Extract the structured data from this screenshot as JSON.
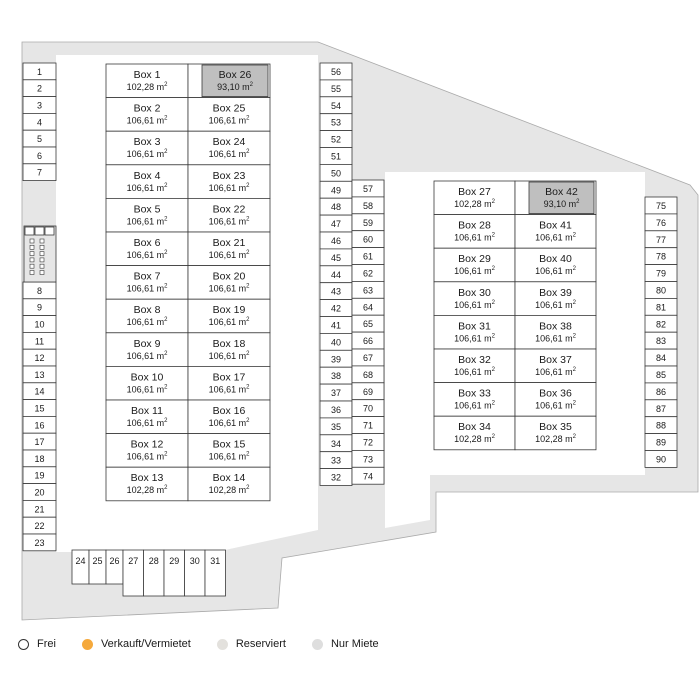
{
  "colors": {
    "ground": "#e6e6e6",
    "building": "#ffffff",
    "line": "#3a3a3a",
    "reserved_box": "#bfbfbf",
    "text": "#1a1a1a"
  },
  "area_unit": "m",
  "area_exp": "2",
  "boxes_left": [
    {
      "label": "Box 1",
      "area": "102,28"
    },
    {
      "label": "Box 26",
      "area": "93,10",
      "status": "reserviert"
    },
    {
      "label": "Box 2",
      "area": "106,61"
    },
    {
      "label": "Box 25",
      "area": "106,61"
    },
    {
      "label": "Box 3",
      "area": "106,61"
    },
    {
      "label": "Box 24",
      "area": "106,61"
    },
    {
      "label": "Box 4",
      "area": "106,61"
    },
    {
      "label": "Box 23",
      "area": "106,61"
    },
    {
      "label": "Box 5",
      "area": "106,61"
    },
    {
      "label": "Box 22",
      "area": "106,61"
    },
    {
      "label": "Box 6",
      "area": "106,61"
    },
    {
      "label": "Box 21",
      "area": "106,61"
    },
    {
      "label": "Box 7",
      "area": "106,61"
    },
    {
      "label": "Box 20",
      "area": "106,61"
    },
    {
      "label": "Box 8",
      "area": "106,61"
    },
    {
      "label": "Box 19",
      "area": "106,61"
    },
    {
      "label": "Box 9",
      "area": "106,61"
    },
    {
      "label": "Box 18",
      "area": "106,61"
    },
    {
      "label": "Box 10",
      "area": "106,61"
    },
    {
      "label": "Box 17",
      "area": "106,61"
    },
    {
      "label": "Box 11",
      "area": "106,61"
    },
    {
      "label": "Box 16",
      "area": "106,61"
    },
    {
      "label": "Box 12",
      "area": "106,61"
    },
    {
      "label": "Box 15",
      "area": "106,61"
    },
    {
      "label": "Box 13",
      "area": "102,28"
    },
    {
      "label": "Box 14",
      "area": "102,28"
    }
  ],
  "boxes_right": [
    {
      "label": "Box 27",
      "area": "102,28"
    },
    {
      "label": "Box 42",
      "area": "93,10",
      "status": "reserviert"
    },
    {
      "label": "Box 28",
      "area": "106,61"
    },
    {
      "label": "Box 41",
      "area": "106,61"
    },
    {
      "label": "Box 29",
      "area": "106,61"
    },
    {
      "label": "Box 40",
      "area": "106,61"
    },
    {
      "label": "Box 30",
      "area": "106,61"
    },
    {
      "label": "Box 39",
      "area": "106,61"
    },
    {
      "label": "Box 31",
      "area": "106,61"
    },
    {
      "label": "Box 38",
      "area": "106,61"
    },
    {
      "label": "Box 32",
      "area": "106,61"
    },
    {
      "label": "Box 37",
      "area": "106,61"
    },
    {
      "label": "Box 33",
      "area": "106,61"
    },
    {
      "label": "Box 36",
      "area": "106,61"
    },
    {
      "label": "Box 34",
      "area": "102,28"
    },
    {
      "label": "Box 35",
      "area": "102,28"
    }
  ],
  "spots_left_a": [
    "1",
    "2",
    "3",
    "4",
    "5",
    "6",
    "7"
  ],
  "spots_left_b": [
    "8",
    "9",
    "10",
    "11",
    "12",
    "13",
    "14",
    "15",
    "16",
    "17",
    "18",
    "19",
    "20",
    "21",
    "22",
    "23"
  ],
  "spots_bottom": [
    "24",
    "25",
    "26",
    "27",
    "28",
    "29",
    "30",
    "31"
  ],
  "spots_mid_col1": [
    "56",
    "55",
    "54",
    "53",
    "52",
    "51",
    "50",
    "49",
    "48",
    "47",
    "46",
    "45",
    "44",
    "43",
    "42",
    "41",
    "40",
    "39",
    "38",
    "37",
    "36",
    "35",
    "34",
    "33",
    "32"
  ],
  "spots_mid_col2": [
    "57",
    "58",
    "59",
    "60",
    "61",
    "62",
    "63",
    "64",
    "65",
    "66",
    "67",
    "68",
    "69",
    "70",
    "71",
    "72",
    "73",
    "74"
  ],
  "spots_right": [
    "75",
    "76",
    "77",
    "78",
    "79",
    "80",
    "81",
    "82",
    "83",
    "84",
    "85",
    "86",
    "87",
    "88",
    "89",
    "90"
  ],
  "legend": [
    {
      "label": "Frei",
      "fill": "#ffffff",
      "stroke": "#333333"
    },
    {
      "label": "Verkauft/Vermietet",
      "fill": "#f5a93c",
      "stroke": "#f5a93c"
    },
    {
      "label": "Reserviert",
      "fill": "#e3e1dd",
      "stroke": "#e3e1dd"
    },
    {
      "label": "Nur Miete",
      "fill": "#dedede",
      "stroke": "#dedede"
    }
  ]
}
